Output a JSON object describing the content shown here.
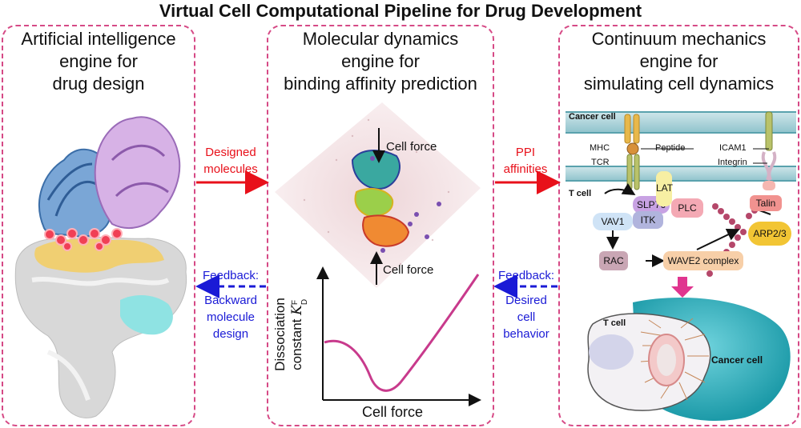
{
  "title": "Virtual Cell Computational Pipeline for Drug Development",
  "panels": {
    "ai": {
      "title_lines": [
        "Artificial intelligence",
        "engine for",
        "drug design"
      ]
    },
    "md": {
      "title_lines": [
        "Molecular dynamics",
        "engine for",
        "binding affinity prediction"
      ],
      "cell_force_top": "Cell force",
      "cell_force_bottom": "Cell force",
      "plot": {
        "ylabel_1": "Dissociation",
        "ylabel_2": "constant",
        "ylabel_symbol": "K",
        "ylabel_sub": "D",
        "ylabel_sup": "F",
        "xlabel": "Cell force"
      }
    },
    "cm": {
      "title_lines": [
        "Continuum mechanics",
        "engine for",
        "simulating cell dynamics"
      ]
    }
  },
  "arrows": {
    "designed": [
      "Designed",
      "molecules"
    ],
    "ppi": [
      "PPI",
      "affinities"
    ],
    "feedback_left": [
      "Feedback:",
      "Backward",
      "molecule",
      "design"
    ],
    "feedback_right": [
      "Feedback:",
      "Desired",
      "cell",
      "behavior"
    ]
  },
  "signaling": {
    "cancer_cell": "Cancer cell",
    "mhc": "MHC",
    "peptide": "Peptide",
    "tcr": "TCR",
    "icam1": "ICAM1",
    "integrin": "Integrin",
    "t_cell": "T cell",
    "slp76": "SLP76",
    "lat": "LAT",
    "plc": "PLC",
    "vav1": "VAV1",
    "itk": "ITK",
    "talin": "Talin",
    "arp23": "ARP2/3",
    "rac": "RAC",
    "wave2": "WAVE2 complex"
  },
  "cells": {
    "t_cell": "T cell",
    "cancer_cell": "Cancer cell"
  },
  "colors": {
    "border": "#d64a86",
    "red_arrow": "#e8101a",
    "blue_arrow": "#1a1ad6",
    "curve": "#c83a8c"
  }
}
